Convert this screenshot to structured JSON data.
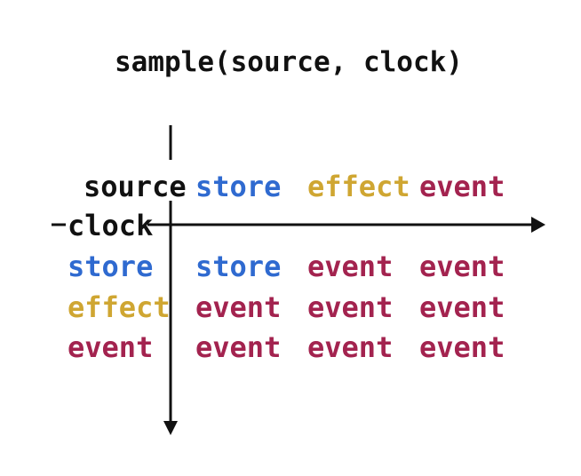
{
  "title": "sample(source, clock)",
  "axes": {
    "source_label": "source",
    "clock_label": "clock"
  },
  "column_headers": [
    {
      "label": "store",
      "type": "store"
    },
    {
      "label": "effect",
      "type": "effect"
    },
    {
      "label": "event",
      "type": "event"
    }
  ],
  "rows": [
    {
      "header": {
        "label": "store",
        "type": "store"
      },
      "cells": [
        {
          "label": "store",
          "type": "store"
        },
        {
          "label": "event",
          "type": "event"
        },
        {
          "label": "event",
          "type": "event"
        }
      ]
    },
    {
      "header": {
        "label": "effect",
        "type": "effect"
      },
      "cells": [
        {
          "label": "event",
          "type": "event"
        },
        {
          "label": "event",
          "type": "event"
        },
        {
          "label": "event",
          "type": "event"
        }
      ]
    },
    {
      "header": {
        "label": "event",
        "type": "event"
      },
      "cells": [
        {
          "label": "event",
          "type": "event"
        },
        {
          "label": "event",
          "type": "event"
        },
        {
          "label": "event",
          "type": "event"
        }
      ]
    }
  ],
  "colors": {
    "store": "#2f6ad0",
    "effect": "#cfa632",
    "event": "#a3234f",
    "text": "#111111",
    "axis": "#111111"
  }
}
